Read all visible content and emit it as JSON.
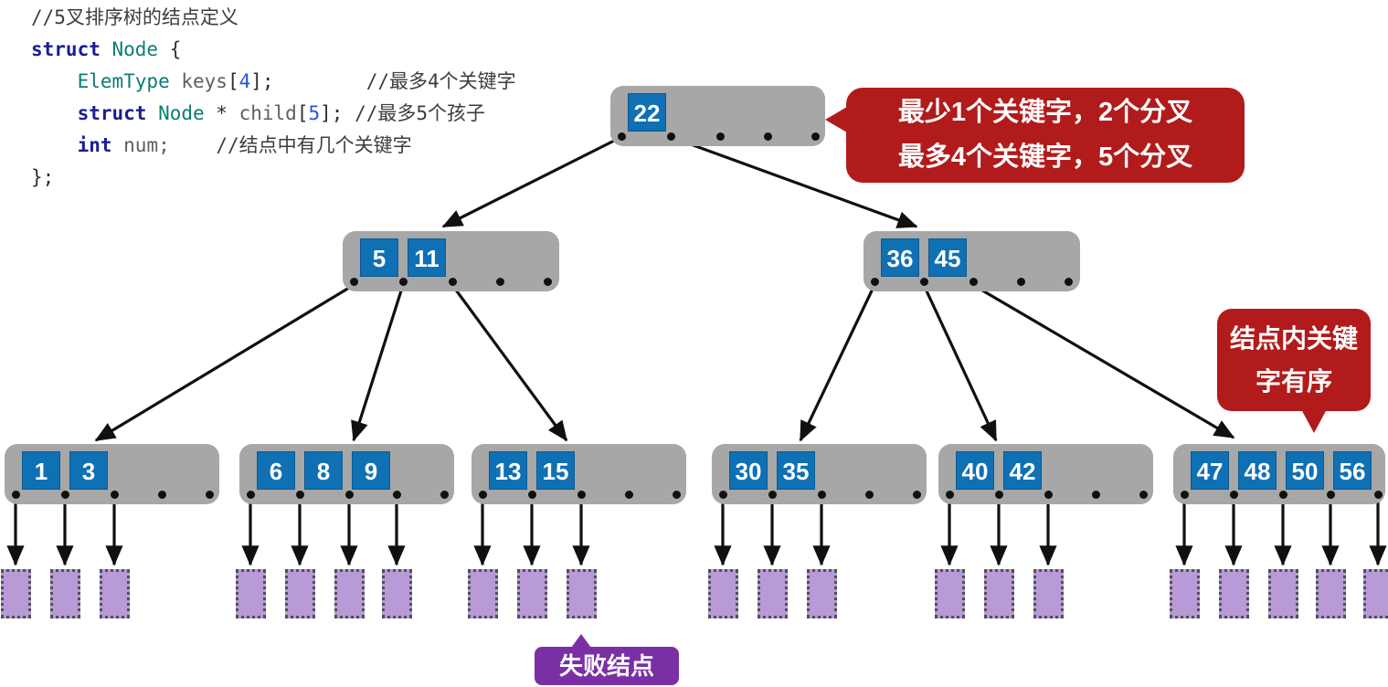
{
  "code": {
    "line1": "//5叉排序树的结点定义",
    "line2": {
      "kw": "struct",
      "type": " Node",
      "punc": " {"
    },
    "line3": {
      "indent": "    ",
      "type": "ElemType",
      "id": " keys",
      "p1": "[",
      "num": "4",
      "p2": "];",
      "gap": "        ",
      "comment": "//最多4个关键字"
    },
    "line4": {
      "indent": "    ",
      "kw": "struct",
      "type": " Node",
      "star": " * ",
      "id": "child",
      "p1": "[",
      "num": "5",
      "p2": "]; ",
      "comment": "//最多5个孩子"
    },
    "line5": {
      "indent": "    ",
      "kw": "int",
      "id": " num;",
      "gap": "    ",
      "comment": "//结点中有几个关键字"
    },
    "line6": "};"
  },
  "tree": {
    "root": {
      "keys": [
        "22"
      ]
    },
    "internal_left": {
      "keys": [
        "5",
        "11"
      ]
    },
    "internal_right": {
      "keys": [
        "36",
        "45"
      ]
    },
    "leaf1": {
      "keys": [
        "1",
        "3"
      ]
    },
    "leaf2": {
      "keys": [
        "6",
        "8",
        "9"
      ]
    },
    "leaf3": {
      "keys": [
        "13",
        "15"
      ]
    },
    "leaf4": {
      "keys": [
        "30",
        "35"
      ]
    },
    "leaf5": {
      "keys": [
        "40",
        "42"
      ]
    },
    "leaf6": {
      "keys": [
        "47",
        "48",
        "50",
        "56"
      ]
    }
  },
  "annotations": {
    "rule_bubble": {
      "line1": "最少1个关键字，2个分叉",
      "line2": "最多4个关键字，5个分叉"
    },
    "order_bubble": {
      "line1": "结点内关键",
      "line2": "字有序"
    },
    "failure_label": "失败结点"
  },
  "colors": {
    "node_gray": "#a7a7a7",
    "key_blue": "#1070b4",
    "bubble_red": "#b21b1b",
    "failure_fill_purple": "#b79ad6",
    "failure_label_purple": "#7b2fa5",
    "edge_black": "#101010"
  }
}
